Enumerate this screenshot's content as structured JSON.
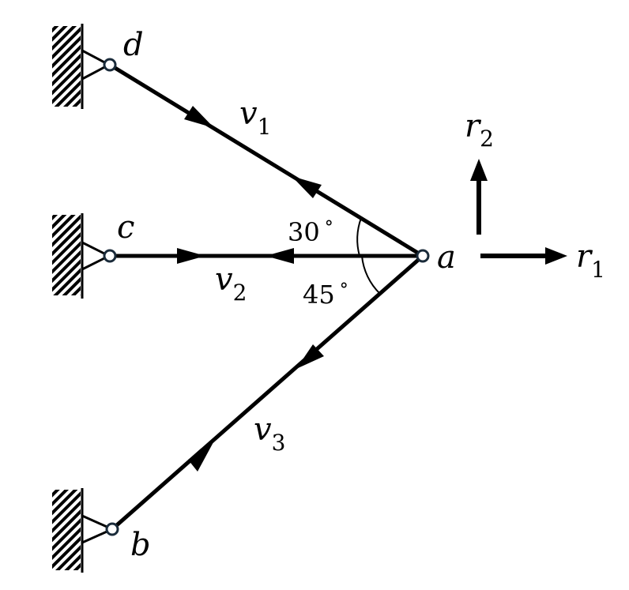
{
  "nodes": {
    "a": "a",
    "b": "b",
    "c": "c",
    "d": "d"
  },
  "members": {
    "v1": {
      "base": "v",
      "sub": "1"
    },
    "v2": {
      "base": "v",
      "sub": "2"
    },
    "v3": {
      "base": "v",
      "sub": "3"
    }
  },
  "forces": {
    "r1": {
      "base": "r",
      "sub": "1"
    },
    "r2": {
      "base": "r",
      "sub": "2"
    }
  },
  "angles": {
    "upper": {
      "value": "30",
      "unit": "°"
    },
    "lower": {
      "value": "45",
      "unit": "°"
    }
  }
}
